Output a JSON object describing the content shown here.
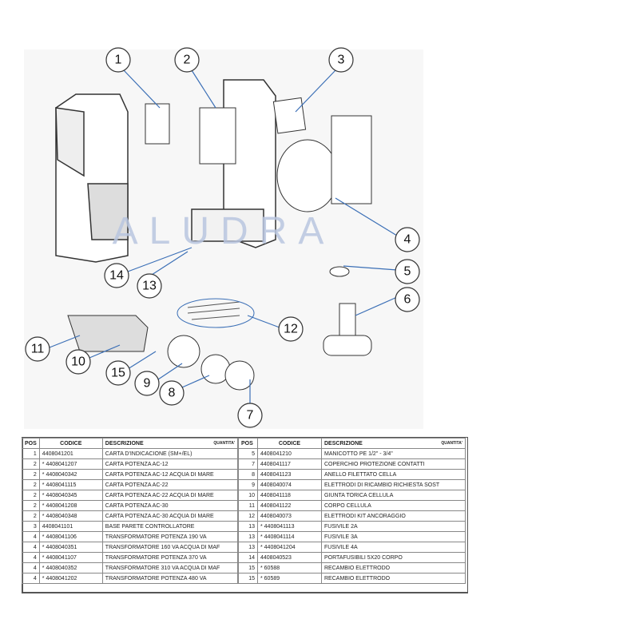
{
  "diagram": {
    "watermark": "ALUDRA",
    "callouts": [
      "1",
      "2",
      "3",
      "4",
      "5",
      "6",
      "7",
      "8",
      "9",
      "10",
      "11",
      "12",
      "13",
      "14",
      "15"
    ]
  },
  "table": {
    "headers": {
      "pos": "POS",
      "codice": "CODICE",
      "descrizione": "DESCRIZIONE",
      "quantita": "QUANTITA'"
    },
    "left_rows": [
      {
        "pos": "1",
        "codice": "4408041201",
        "descrizione": "CARTA D'INDICACIONE (SM+/EL)"
      },
      {
        "pos": "2",
        "codice": "* 4408041207",
        "descrizione": "CARTA POTENZA AC-12"
      },
      {
        "pos": "2",
        "codice": "* 4408040342",
        "descrizione": "CARTA POTENZA AC-12 ACQUA DI MARE"
      },
      {
        "pos": "2",
        "codice": "* 4408041115",
        "descrizione": "CARTA POTENZA AC-22"
      },
      {
        "pos": "2",
        "codice": "* 4408040345",
        "descrizione": "CARTA POTENZA AC-22 ACQUA DI MARE"
      },
      {
        "pos": "2",
        "codice": "* 4408041208",
        "descrizione": "CARTA POTENZA AC-30"
      },
      {
        "pos": "2",
        "codice": "* 4408040348",
        "descrizione": "CARTA POTENZA AC-30 ACQUA DI MARE"
      },
      {
        "pos": "3",
        "codice": "4408041101",
        "descrizione": "BASE PARETE CONTROLLATORE"
      },
      {
        "pos": "4",
        "codice": "* 4408041106",
        "descrizione": "TRANSFORMATORE POTENZA 190 VA"
      },
      {
        "pos": "4",
        "codice": "* 4408040351",
        "descrizione": "TRANSFORMATORE 160 VA ACQUA DI MAF"
      },
      {
        "pos": "4",
        "codice": "* 4408041107",
        "descrizione": "TRANSFORMATORE POTENZA 370 VA"
      },
      {
        "pos": "4",
        "codice": "* 4408040352",
        "descrizione": "TRANSFORMATORE 310 VA ACQUA DI MAF"
      },
      {
        "pos": "4",
        "codice": "* 4408041202",
        "descrizione": "TRANSFORMATORE POTENZA 480 VA"
      }
    ],
    "right_rows": [
      {
        "pos": "5",
        "codice": "4408041210",
        "descrizione": "MANICOTTO PE 1/2\" - 3/4\""
      },
      {
        "pos": "7",
        "codice": "4408041117",
        "descrizione": "COPERCHIO PROTEZIONE CONTATTI"
      },
      {
        "pos": "8",
        "codice": "4408041123",
        "descrizione": "ANELLO FILETTATO CELLA"
      },
      {
        "pos": "9",
        "codice": "4408040074",
        "descrizione": "ELETTRODI DI RICAMBIO RICHIESTA SOST"
      },
      {
        "pos": "10",
        "codice": "4408041118",
        "descrizione": "GIUNTA TORICA CELLULA"
      },
      {
        "pos": "11",
        "codice": "4408041122",
        "descrizione": "CORPO CELLULA"
      },
      {
        "pos": "12",
        "codice": "4408040073",
        "descrizione": "ELETTRODI KIT ANCORAGGIO"
      },
      {
        "pos": "13",
        "codice": "* 4408041113",
        "descrizione": "FUSIVILE 2A"
      },
      {
        "pos": "13",
        "codice": "* 4408041114",
        "descrizione": "FUSIVILE 3A"
      },
      {
        "pos": "13",
        "codice": "* 4408041204",
        "descrizione": "FUSIVILE 4A"
      },
      {
        "pos": "14",
        "codice": "4408040523",
        "descrizione": "PORTAFUSIBILI 5X20 CORPO"
      },
      {
        "pos": "15",
        "codice": "* 60588",
        "descrizione": "RECAMBIO ELETTRODO"
      },
      {
        "pos": "15",
        "codice": "* 60589",
        "descrizione": "RECAMBIO ELETTRODO"
      }
    ]
  }
}
